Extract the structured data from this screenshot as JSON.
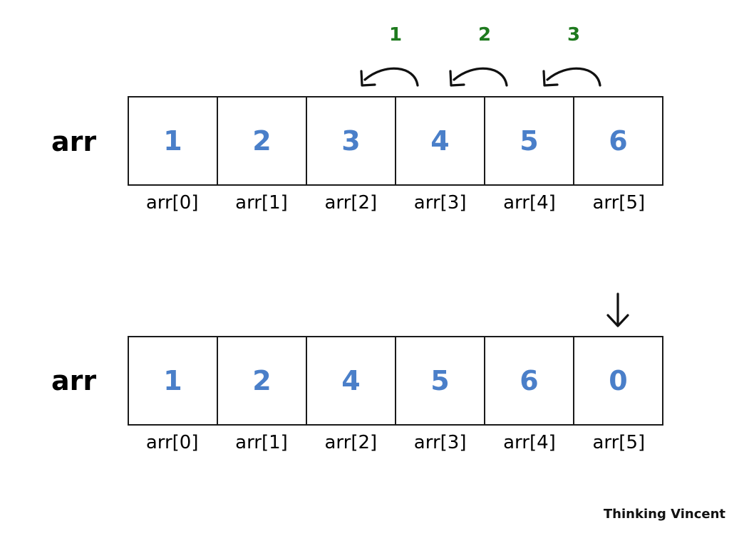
{
  "top": {
    "label": "arr",
    "cells": [
      "1",
      "2",
      "3",
      "4",
      "5",
      "6"
    ],
    "indices": [
      "arr[0]",
      "arr[1]",
      "arr[2]",
      "arr[3]",
      "arr[4]",
      "arr[5]"
    ],
    "steps": [
      "1",
      "2",
      "3"
    ]
  },
  "bottom": {
    "label": "arr",
    "cells": [
      "1",
      "2",
      "4",
      "5",
      "6",
      "0"
    ],
    "indices": [
      "arr[0]",
      "arr[1]",
      "arr[2]",
      "arr[3]",
      "arr[4]",
      "arr[5]"
    ]
  },
  "watermark": "Thinking Vincent",
  "colors": {
    "cell_value": "#4a7fc9",
    "step_number": "#1e7a1e",
    "outline": "#1a1a1a"
  }
}
